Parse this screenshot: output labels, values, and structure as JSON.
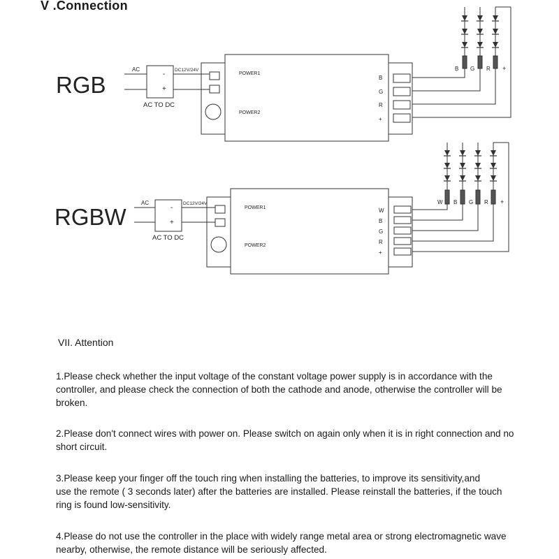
{
  "section_title": "V .Connection",
  "diagrams": [
    {
      "name": "RGB",
      "ac_label": "AC",
      "minus": "-",
      "plus": "+",
      "dc_label": "DC12V/24V",
      "acdc_label": "AC TO DC",
      "power1": "POWER1",
      "power2": "POWER2",
      "channels": [
        "B",
        "G",
        "R",
        "+"
      ],
      "led_labels": [
        "B",
        "G",
        "R",
        "+"
      ]
    },
    {
      "name": "RGBW",
      "ac_label": "AC",
      "minus": "-",
      "plus": "+",
      "dc_label": "DC12V/24V",
      "acdc_label": "AC TO DC",
      "power1": "POWER1",
      "power2": "POWER2",
      "channels": [
        "W",
        "B",
        "G",
        "R",
        "+"
      ],
      "led_labels": [
        "W",
        "B",
        "G",
        "R",
        "+"
      ]
    }
  ],
  "attention": {
    "title": "VII. Attention",
    "paragraphs": [
      [
        "1.Please check whether the input voltage of the constant voltage power supply is in accordance with the",
        "controller, and please check the connection of both  the cathode and anode, otherwise the controller will be",
        "broken."
      ],
      [
        "2.Please don't connect wires with power on. Please switch on again only when it is in right connection and no",
        "short circuit."
      ],
      [
        "3.Please keep your finger off the  touch  ring  when  installing  the  batteries,  to   improve its sensitivity,and",
        "use the remote ( 3 seconds later) after the batteries are installed.   Please reinstall the batteries, if the touch",
        "ring is found low-sensitivity."
      ],
      [
        "4.Please do not use the controller in the place with widely range metal  area  or  strong electromagnetic wave",
        "nearby, otherwise, the  remote  distance  will  be  seriously affected."
      ]
    ]
  }
}
